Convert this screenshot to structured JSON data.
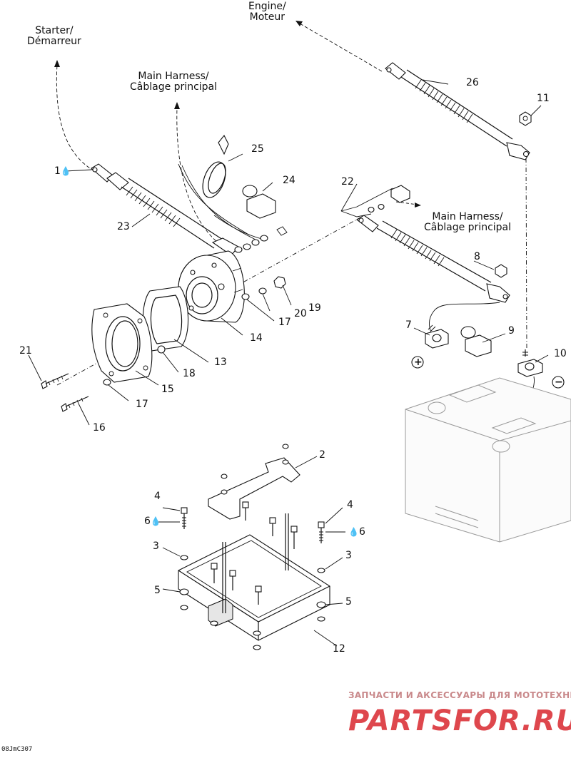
{
  "destinations": {
    "engine": "Engine/\nMoteur",
    "starter": "Starter/\nDémarreur",
    "main_harness_top": "Main Harness/\nCâblage principal",
    "main_harness_right": "Main Harness/\nCâblage principal"
  },
  "callouts": {
    "c1": "1",
    "c2": "2",
    "c3a": "3",
    "c3b": "3",
    "c4a": "4",
    "c4b": "4",
    "c5a": "5",
    "c5b": "5",
    "c6a": "6",
    "c6b": "6",
    "c7": "7",
    "c8": "8",
    "c9": "9",
    "c10": "10",
    "c11": "11",
    "c12": "12",
    "c13": "13",
    "c14": "14",
    "c15": "15",
    "c16": "16",
    "c17a": "17",
    "c17b": "17",
    "c18": "18",
    "c19": "19",
    "c20": "20",
    "c21": "21",
    "c22": "22",
    "c23": "23",
    "c24": "24",
    "c25": "25",
    "c26": "26"
  },
  "symbols": {
    "plus": "+",
    "minus": "−",
    "drop": "💧"
  },
  "watermark": {
    "tagline": "ЗАПЧАСТИ И АКСЕССУАРЫ ДЛЯ МОТОТЕХНИКИ",
    "logo": "PARTSFOR.RU",
    "color": "#d9282f"
  },
  "figure_code": "08JmC307"
}
